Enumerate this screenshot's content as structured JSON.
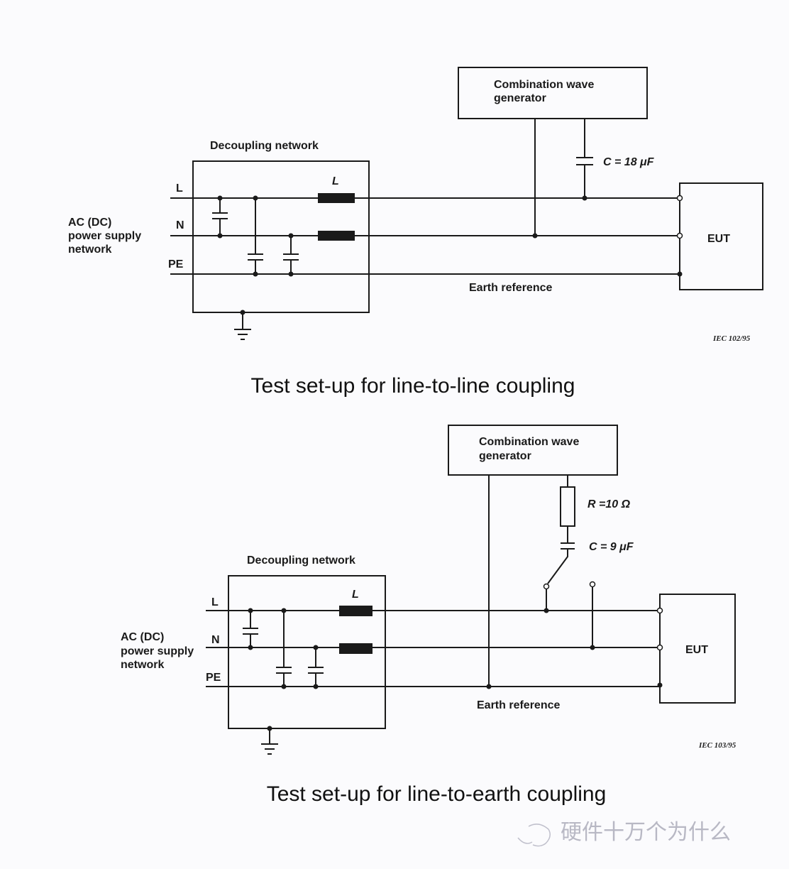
{
  "top": {
    "generator": [
      "Combination wave",
      "generator"
    ],
    "decoupling": "Decoupling network",
    "capacitor": "C = 18 μF",
    "inductor": "L",
    "lines": {
      "l": "L",
      "n": "N",
      "pe": "PE"
    },
    "source": [
      "AC (DC)",
      "power supply",
      "network"
    ],
    "eut": "EUT",
    "earth": "Earth reference",
    "iec": "IEC  102/95",
    "title": "Test set-up for line-to-line coupling"
  },
  "bottom": {
    "generator": [
      "Combination wave",
      "generator"
    ],
    "decoupling": "Decoupling network",
    "resistor": "R =10 Ω",
    "capacitor": "C = 9 μF",
    "inductor": "L",
    "lines": {
      "l": "L",
      "n": "N",
      "pe": "PE"
    },
    "source": [
      "AC (DC)",
      "power supply",
      "network"
    ],
    "eut": "EUT",
    "earth": "Earth reference",
    "iec": "IEC  103/95",
    "title": "Test set-up for line-to-earth coupling"
  },
  "watermark": "硬件十万个为什么"
}
